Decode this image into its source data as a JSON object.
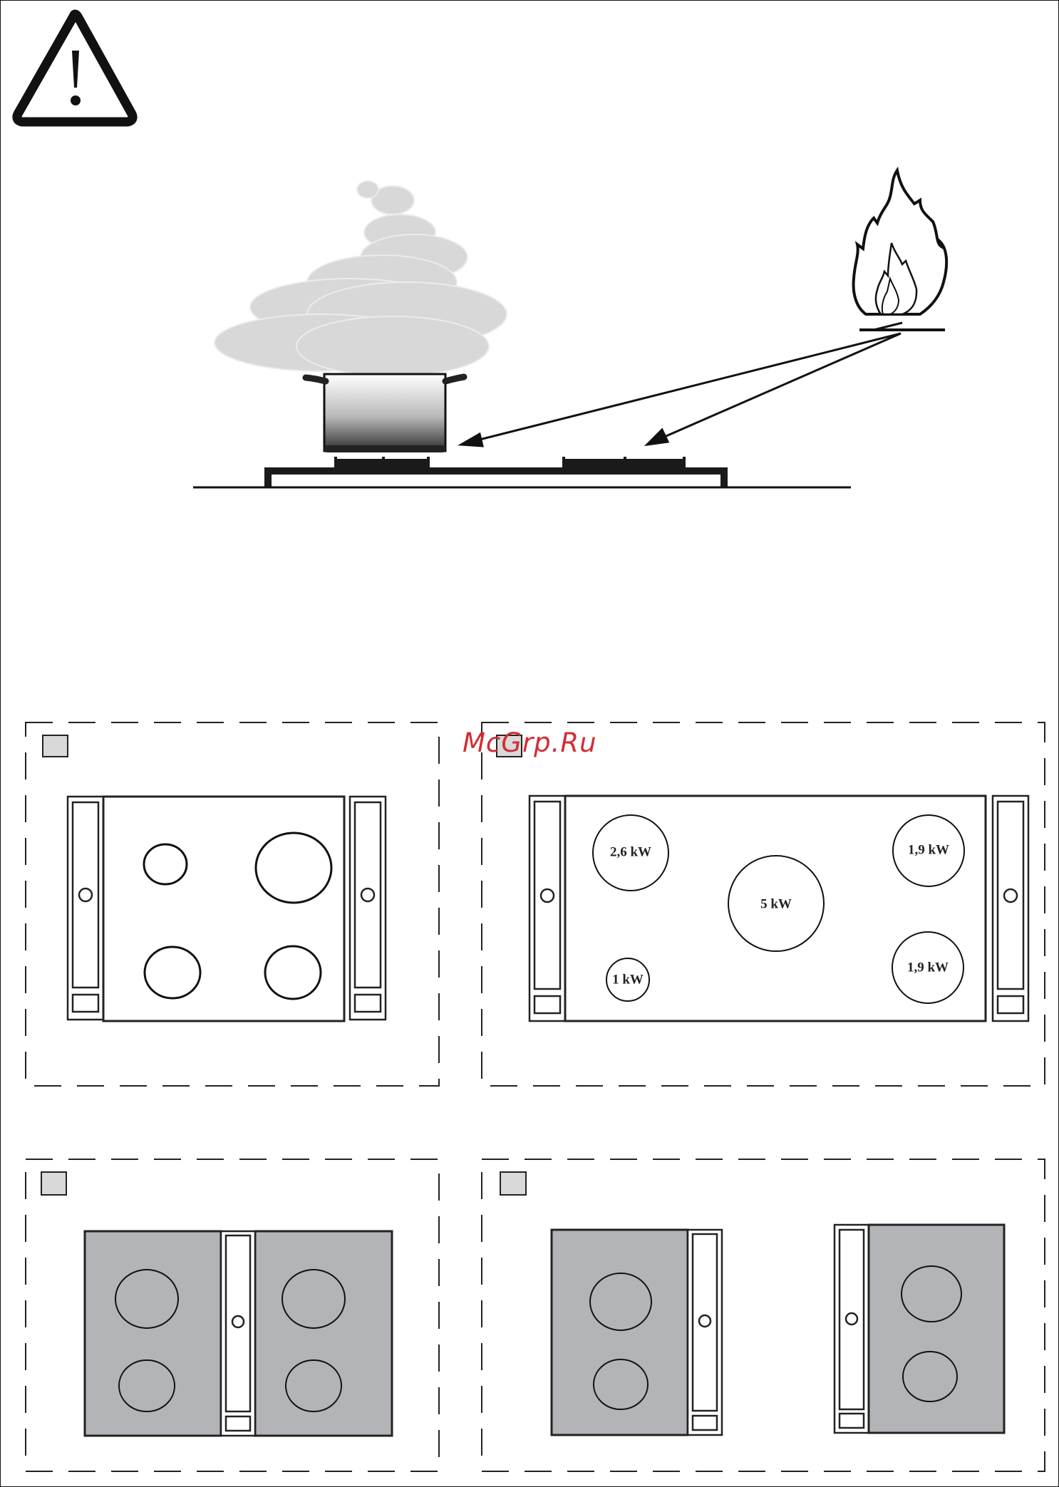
{
  "watermark": {
    "text": "McGrp.Ru",
    "color": "#d22c33"
  },
  "icons": {
    "warning": "warning-triangle-icon",
    "flame": "flame-icon"
  },
  "colors": {
    "ink": "#111111",
    "panel_grey": "#b3b4b7",
    "marker_grey": "#d9d9d9",
    "steam": "#d6d6d6"
  },
  "power_labels": {
    "zone_2_6": "2,6 kW",
    "zone_1_9_top": "1,9 kW",
    "zone_5": "5 kW",
    "zone_1": "1 kW",
    "zone_1_9_bottom": "1,9 kW"
  }
}
